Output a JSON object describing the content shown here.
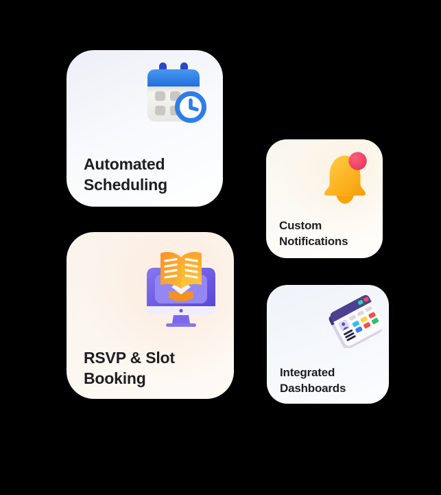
{
  "page": {
    "background": "#000000"
  },
  "cards": [
    {
      "name": "automated-scheduling",
      "title_line1": "Automated",
      "title_line2": "Scheduling",
      "icon": "calendar-clock-icon"
    },
    {
      "name": "custom-notifications",
      "title_line1": "Custom",
      "title_line2": "Notifications",
      "icon": "notification-bell-icon"
    },
    {
      "name": "rsvp-slot-booking",
      "title_line1": "RSVP & Slot",
      "title_line2": "Booking",
      "icon": "monitor-book-icon"
    },
    {
      "name": "integrated-dashboards",
      "title_line1": "Integrated",
      "title_line2": "Dashboards",
      "icon": "dashboard-isometric-icon"
    }
  ],
  "colors": {
    "title_text": "#1e1e22",
    "card_cool_bg": "#eceff6",
    "card_warm_bg": "#faf3ec",
    "calendar_header_blue": "#2e7ee8",
    "calendar_peg_blue": "#2b49c4",
    "calendar_body_gray": "#ececе8",
    "clock_ring_blue": "#2e7ee8",
    "bell_orange_light": "#ffd149",
    "bell_orange_deep": "#f79c04",
    "notification_badge_red": "#ef3a5c",
    "monitor_purple_light": "#8677f0",
    "monitor_purple_deep": "#5a46d8",
    "book_orange": "#fa9b31",
    "book_yellow": "#fcc93e",
    "dashboard_header_purple": "#4c4190",
    "dashboard_tile_cyan": "#2ec4ef",
    "dashboard_tile_yellow": "#fdd046",
    "dashboard_tile_red": "#f4503f",
    "dashboard_tile_blue": "#3f7de8",
    "dashboard_tile_green": "#2fc06a",
    "dashboard_btn_green": "#2ad8a0",
    "dashboard_btn_red": "#f4485d"
  }
}
